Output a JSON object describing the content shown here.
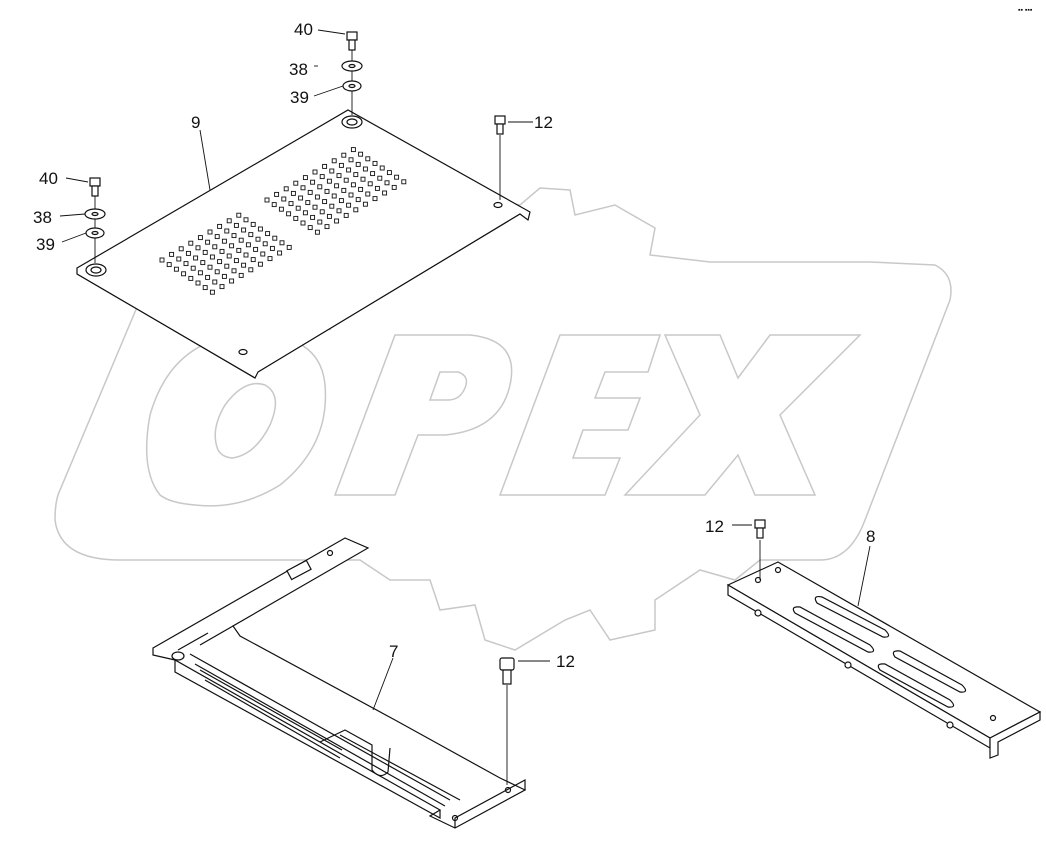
{
  "watermark": {
    "text": "OPEX",
    "color": "#c8c8c8"
  },
  "corner_mark": "▪▪ ▪▪▪",
  "callouts": [
    {
      "id": "c40a",
      "label": "40"
    },
    {
      "id": "c38a",
      "label": "38"
    },
    {
      "id": "c39a",
      "label": "39"
    },
    {
      "id": "c9",
      "label": "9"
    },
    {
      "id": "c12a",
      "label": "12"
    },
    {
      "id": "c40b",
      "label": "40"
    },
    {
      "id": "c38b",
      "label": "38"
    },
    {
      "id": "c39b",
      "label": "39"
    },
    {
      "id": "c12b",
      "label": "12"
    },
    {
      "id": "c8",
      "label": "8"
    },
    {
      "id": "c7",
      "label": "7"
    },
    {
      "id": "c12c",
      "label": "12"
    }
  ]
}
